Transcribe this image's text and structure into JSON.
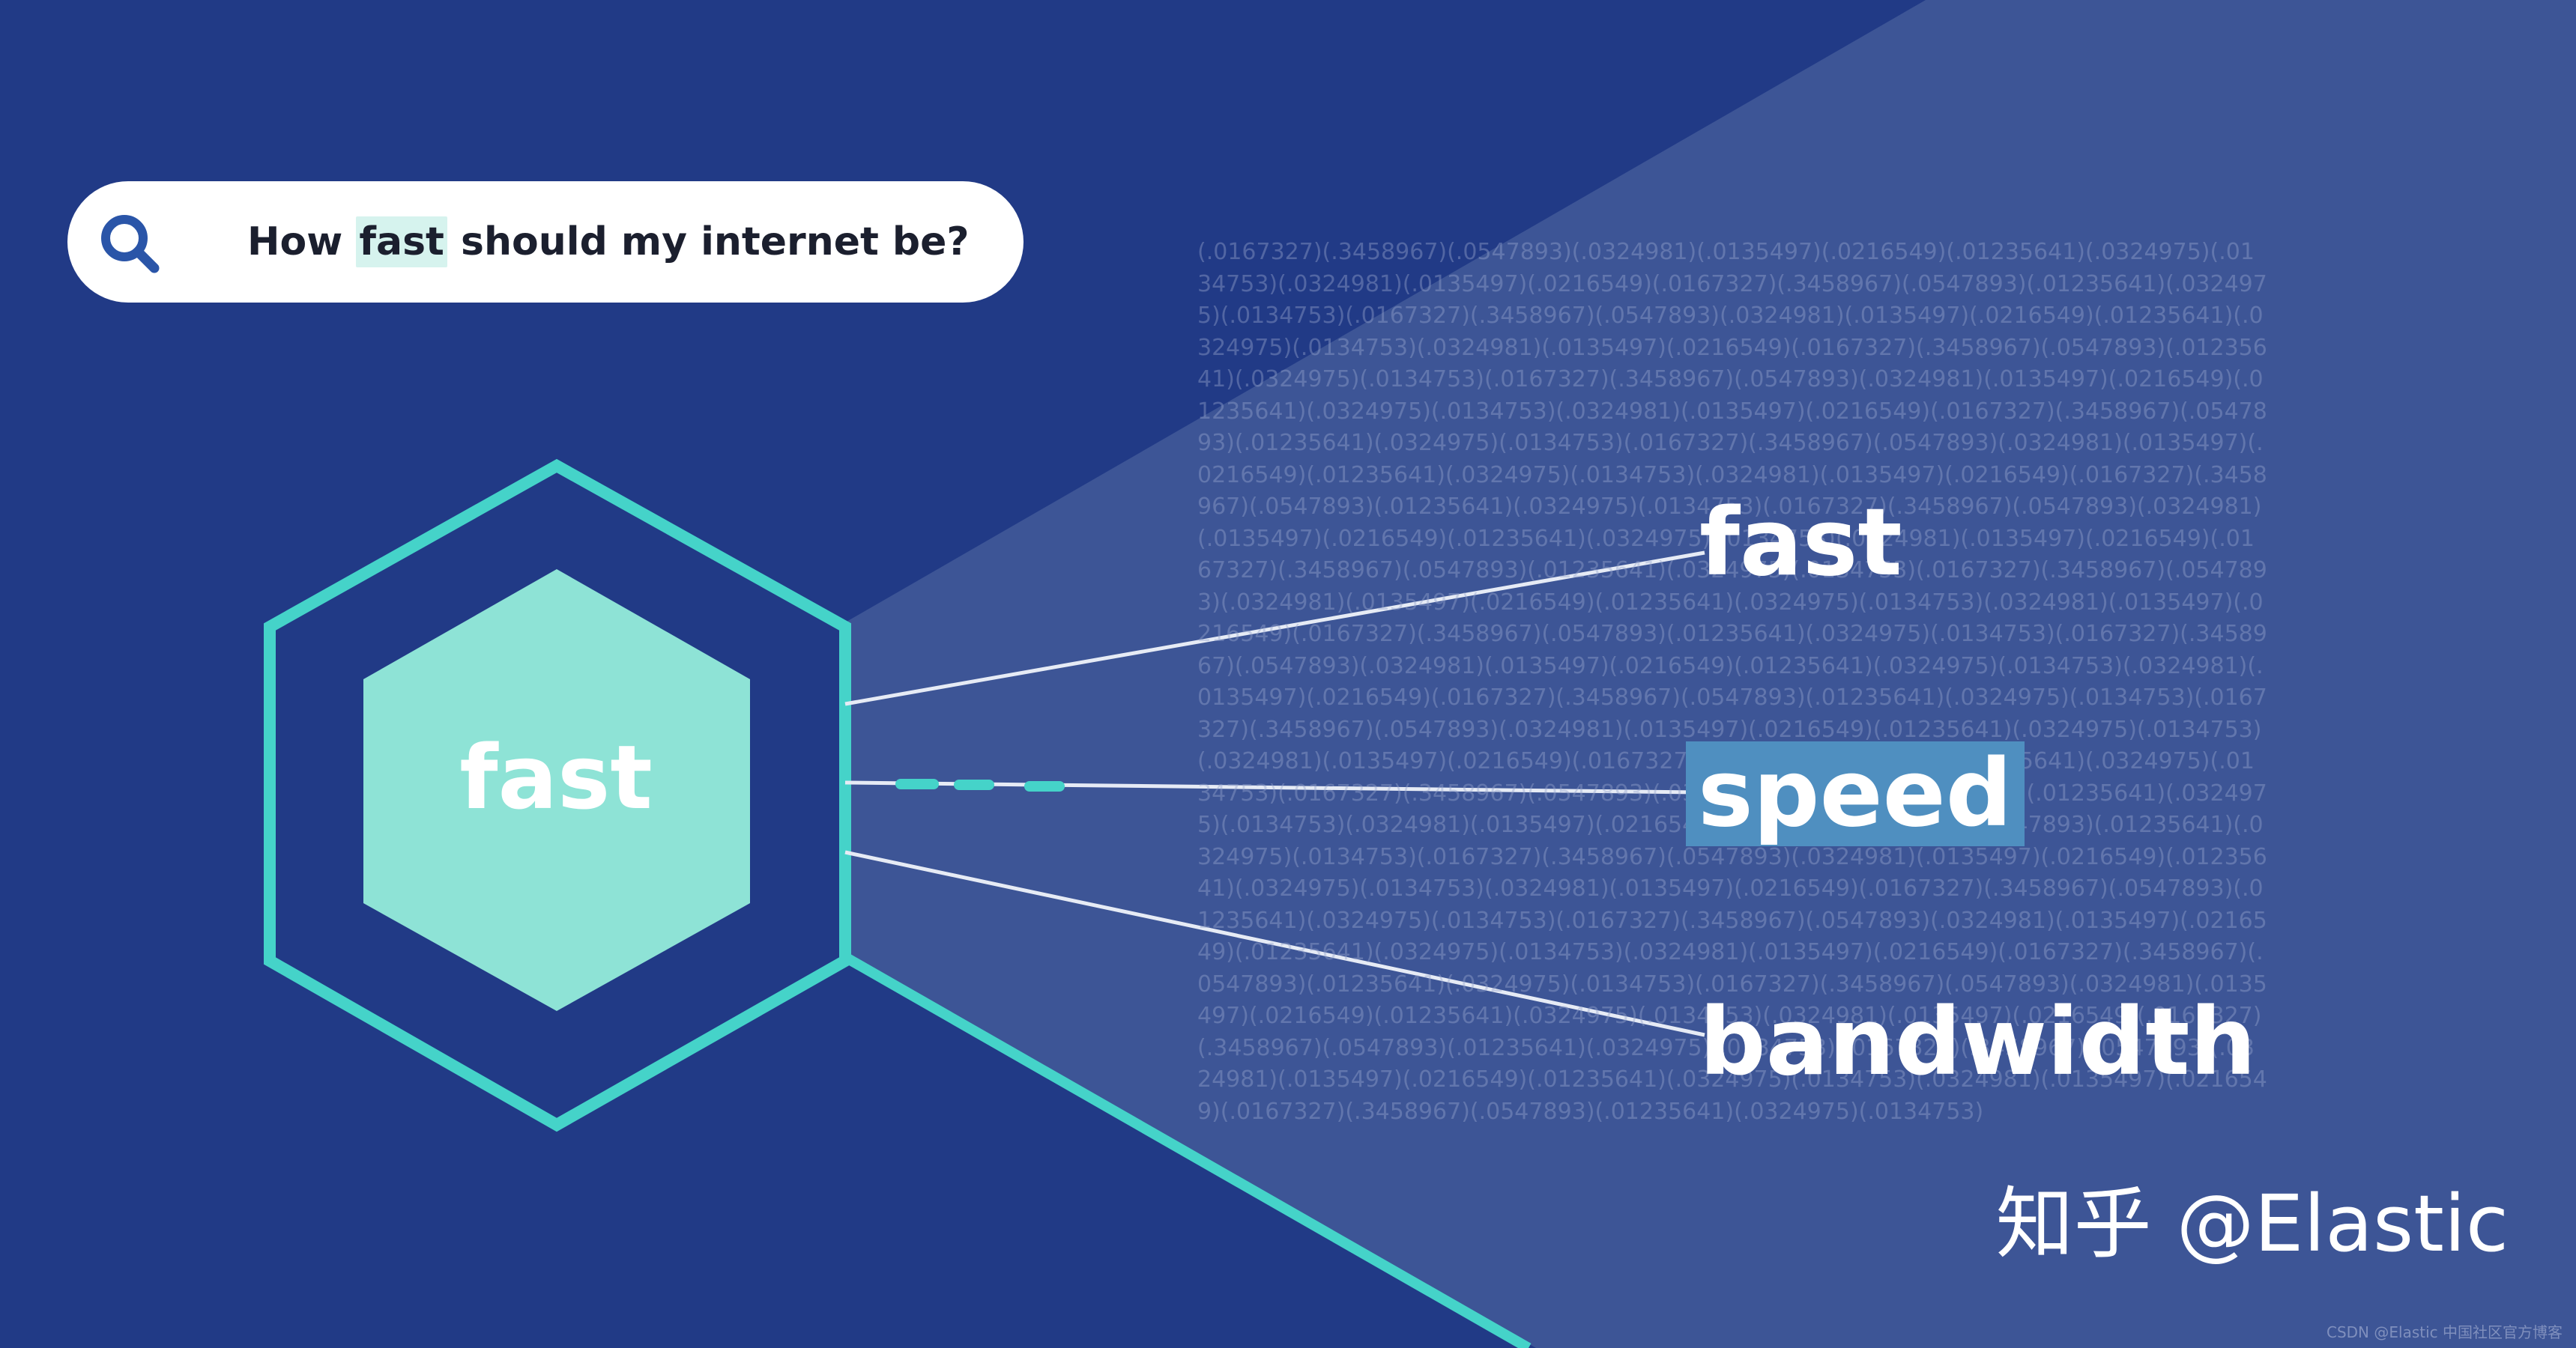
{
  "colors": {
    "background": "#213a86",
    "beam": "#3d5596",
    "accent_teal": "#45d3c9",
    "hex_fill": "#8ee3d6",
    "query_highlight": "#d6f3ee",
    "speed_highlight": "#4f8fc0"
  },
  "search": {
    "icon": "search-icon",
    "query_before": "How ",
    "query_highlight": "fast",
    "query_after": " should my internet be?"
  },
  "hexagon": {
    "label": "fast"
  },
  "terms": [
    {
      "label": "fast"
    },
    {
      "label": "speed"
    },
    {
      "label": "bandwidth"
    }
  ],
  "number_text": "(.0167327)(.3458967)(.0547893)(.0324981)(.0135497)(.0216549)(.01235641)(.0324975)(.0134753)(.0324981)(.0135497)(.0216549)(.0167327)(.3458967)(.0547893)(.01235641)(.0324975)(.0134753)(.0167327)(.3458967)(.0547893)(.0324981)(.0135497)(.0216549)(.01235641)(.0324975)(.0134753)(.0324981)(.0135497)(.0216549)(.0167327)(.3458967)(.0547893)(.01235641)(.0324975)(.0134753)(.0167327)(.3458967)(.0547893)(.0324981)(.0135497)(.0216549)(.01235641)(.0324975)(.0134753)(.0324981)(.0135497)(.0216549)(.0167327)(.3458967)(.0547893)(.01235641)(.0324975)(.0134753)(.0167327)(.3458967)(.0547893)(.0324981)(.0135497)(.0216549)(.01235641)(.0324975)(.0134753)(.0324981)(.0135497)(.0216549)(.0167327)(.3458967)(.0547893)(.01235641)(.0324975)(.0134753)(.0167327)(.3458967)(.0547893)(.0324981)(.0135497)(.0216549)(.01235641)(.0324975)(.0134753)(.0324981)(.0135497)(.0216549)(.0167327)(.3458967)(.0547893)(.01235641)(.0324975)(.0134753)(.0167327)(.3458967)(.0547893)(.0324981)(.0135497)(.0216549)(.01235641)(.0324975)(.0134753)(.0324981)(.0135497)(.0216549)(.0167327)(.3458967)(.0547893)(.01235641)(.0324975)(.0134753)(.0167327)(.3458967)(.0547893)(.0324981)(.0135497)(.0216549)(.01235641)(.0324975)(.0134753)(.0324981)(.0135497)(.0216549)(.0167327)(.3458967)(.0547893)(.01235641)(.0324975)(.0134753)(.0167327)(.3458967)(.0547893)(.0324981)(.0135497)(.0216549)(.01235641)(.0324975)(.0134753)(.0324981)(.0135497)(.0216549)(.0167327)(.3458967)(.0547893)(.01235641)(.0324975)(.0134753)(.0167327)(.3458967)(.0547893)(.0324981)(.0135497)(.0216549)(.01235641)(.0324975)(.0134753)(.0324981)(.0135497)(.0216549)(.0167327)(.3458967)(.0547893)(.01235641)(.0324975)(.0134753)(.0167327)(.3458967)(.0547893)(.0324981)(.0135497)(.0216549)(.01235641)(.0324975)(.0134753)(.0324981)(.0135497)(.0216549)(.0167327)(.3458967)(.0547893)(.01235641)(.0324975)(.0134753)(.0167327)(.3458967)(.0547893)(.0324981)(.0135497)(.0216549)(.01235641)(.0324975)(.0134753)(.0324981)(.0135497)(.0216549)(.0167327)(.3458967)(.0547893)(.01235641)(.0324975)(.0134753)(.0167327)(.3458967)(.0547893)(.0324981)(.0135497)(.0216549)(.01235641)(.0324975)(.0134753)(.0324981)(.0135497)(.0216549)(.0167327)(.3458967)(.0547893)(.01235641)(.0324975)(.0134753)(.0167327)(.3458967)(.0547893)(.0324981)(.0135497)(.0216549)(.01235641)(.0324975)(.0134753)(.0324981)(.0135497)(.0216549)(.0167327)(.3458967)(.0547893)(.01235641)(.0324975)(.0134753)",
  "watermark": "知乎 @Elastic",
  "credit": "CSDN @Elastic 中国社区官方博客"
}
